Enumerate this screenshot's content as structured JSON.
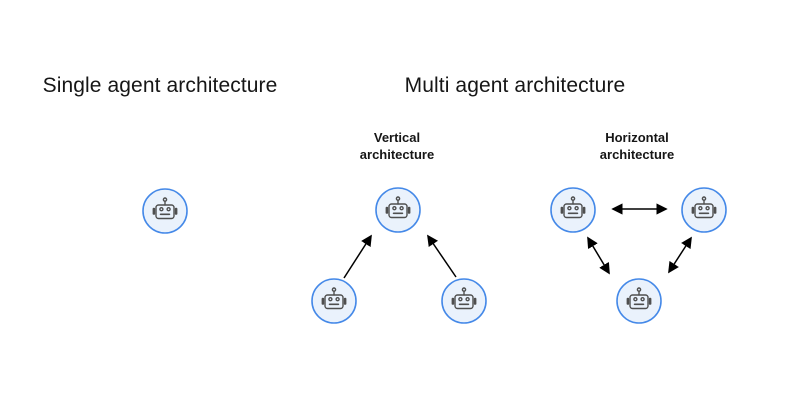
{
  "page": {
    "background_color": "#ffffff"
  },
  "headings": {
    "single": "Single agent architecture",
    "multi": "Multi agent architecture"
  },
  "subheadings": {
    "vertical": "Vertical\narchitecture",
    "horizontal": "Horizontal\narchitecture"
  },
  "diagram": {
    "single": {
      "nodes": [
        {
          "id": "agent",
          "icon": "robot-icon"
        }
      ],
      "edges": []
    },
    "vertical": {
      "nodes": [
        {
          "id": "supervisor",
          "icon": "robot-icon"
        },
        {
          "id": "worker-left",
          "icon": "robot-icon"
        },
        {
          "id": "worker-right",
          "icon": "robot-icon"
        }
      ],
      "edges": [
        {
          "from": "worker-left",
          "to": "supervisor",
          "bidirectional": false
        },
        {
          "from": "worker-right",
          "to": "supervisor",
          "bidirectional": false
        }
      ]
    },
    "horizontal": {
      "nodes": [
        {
          "id": "peer-left",
          "icon": "robot-icon"
        },
        {
          "id": "peer-right",
          "icon": "robot-icon"
        },
        {
          "id": "peer-bottom",
          "icon": "robot-icon"
        }
      ],
      "edges": [
        {
          "from": "peer-left",
          "to": "peer-right",
          "bidirectional": true
        },
        {
          "from": "peer-left",
          "to": "peer-bottom",
          "bidirectional": true
        },
        {
          "from": "peer-right",
          "to": "peer-bottom",
          "bidirectional": true
        }
      ]
    }
  },
  "colors": {
    "node_fill": "#eaf2fc",
    "node_border": "#4589e8",
    "robot_icon": "#4f4f4f",
    "arrow": "#000000",
    "heading_text": "#161616"
  }
}
